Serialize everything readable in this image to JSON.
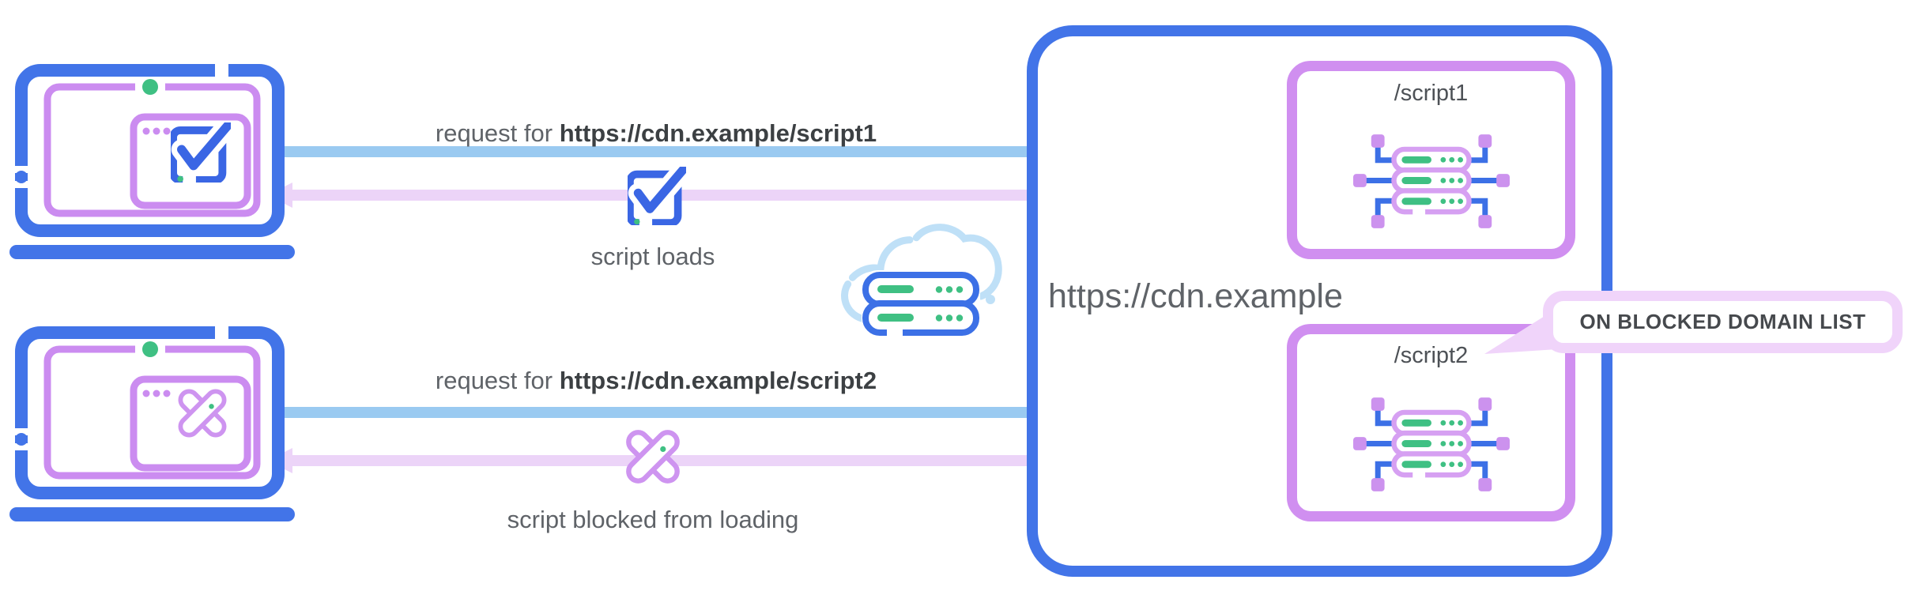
{
  "flows": [
    {
      "request_prefix": "request for ",
      "request_url": "https://cdn.example/script1",
      "result_label": "script loads",
      "result_icon": "checkbox-icon"
    },
    {
      "request_prefix": "request for ",
      "request_url": "https://cdn.example/script2",
      "result_label": "script blocked from loading",
      "result_icon": "blocked-cross-icon"
    }
  ],
  "clients": [
    {
      "name": "client-laptop-allowed",
      "screen_icon": "checkbox-icon"
    },
    {
      "name": "client-laptop-blocked",
      "screen_icon": "blocked-cross-icon"
    }
  ],
  "cdn": {
    "label": "https://cdn.example",
    "endpoints": [
      {
        "label": "/script1"
      },
      {
        "label": "/script2",
        "callout": "ON BLOCKED DOMAIN LIST"
      }
    ]
  },
  "colors": {
    "primary_blue": "#4274E8",
    "icon_blue": "#3A66E4",
    "connector_blue": "#3C70E6",
    "window_purple": "#CB8CF0",
    "endpoint_purple": "#D08FF0",
    "arrow_blue": "#9ACAF1",
    "arrow_lavender": "#ECD4F8",
    "callout_lavender": "#F0D4FA",
    "green": "#3FC083",
    "cloud_blue": "#BFE0F7",
    "text_gray": "#5F6368",
    "text_dark": "#3C4043"
  }
}
